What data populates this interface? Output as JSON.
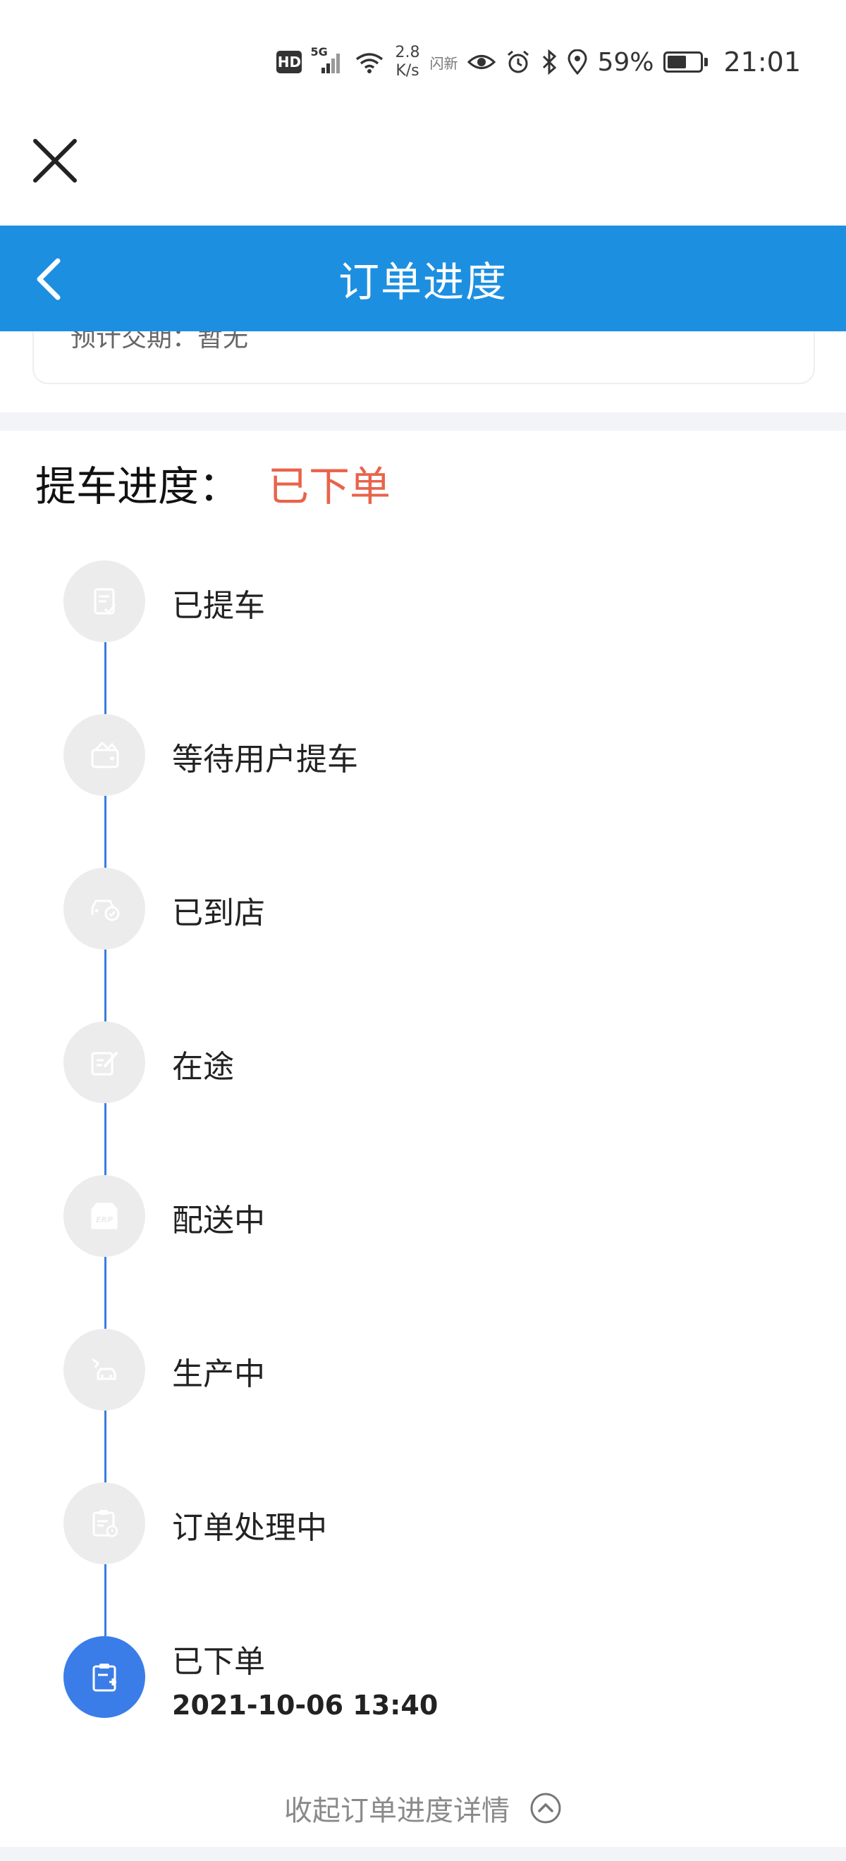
{
  "status_bar": {
    "hd": "HD",
    "network": "5G",
    "speed_value": "2.8",
    "speed_unit": "K/s",
    "nfc": "闪新",
    "battery_percent": "59%",
    "battery_level": 0.59,
    "time": "21:01"
  },
  "nav": {
    "title": "订单进度"
  },
  "info_card": {
    "delivery_text": "预计交期：暂无"
  },
  "progress": {
    "heading": "提车进度：",
    "current_status": "已下单",
    "accent_color": "#e9634a",
    "timeline_color": "#3a7de0",
    "steps": [
      {
        "label": "已提车",
        "icon": "document-check-icon",
        "active": false
      },
      {
        "label": "等待用户提车",
        "icon": "wallet-icon",
        "active": false
      },
      {
        "label": "已到店",
        "icon": "car-arrived-icon",
        "active": false
      },
      {
        "label": "在途",
        "icon": "edit-document-icon",
        "active": false
      },
      {
        "label": "配送中",
        "icon": "erp-box-icon",
        "active": false
      },
      {
        "label": "生产中",
        "icon": "car-production-icon",
        "active": false
      },
      {
        "label": "订单处理中",
        "icon": "clipboard-clock-icon",
        "active": false
      },
      {
        "label": "已下单",
        "icon": "clipboard-add-icon",
        "active": true,
        "time": "2021-10-06 13:40"
      }
    ],
    "collapse_label": "收起订单进度详情"
  }
}
